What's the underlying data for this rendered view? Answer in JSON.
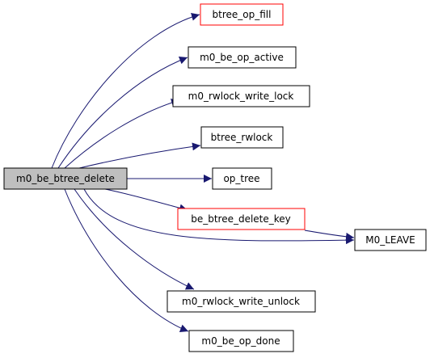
{
  "graph": {
    "root": {
      "id": "root",
      "label": "m0_be_btree_delete",
      "fill": "#bfbfbf",
      "stroke": "#000000"
    },
    "callees": [
      {
        "id": "btree_op_fill",
        "label": "btree_op_fill",
        "stroke": "#ff0000"
      },
      {
        "id": "m0_be_op_active",
        "label": "m0_be_op_active",
        "stroke": "#000000"
      },
      {
        "id": "m0_rwlock_write_lock",
        "label": "m0_rwlock_write_lock",
        "stroke": "#000000"
      },
      {
        "id": "btree_rwlock",
        "label": "btree_rwlock",
        "stroke": "#000000"
      },
      {
        "id": "op_tree",
        "label": "op_tree",
        "stroke": "#000000"
      },
      {
        "id": "be_btree_delete_key",
        "label": "be_btree_delete_key",
        "stroke": "#ff0000"
      },
      {
        "id": "M0_LEAVE",
        "label": "M0_LEAVE",
        "stroke": "#000000"
      },
      {
        "id": "m0_rwlock_write_unlock",
        "label": "m0_rwlock_write_unlock",
        "stroke": "#000000"
      },
      {
        "id": "m0_be_op_done",
        "label": "m0_be_op_done",
        "stroke": "#000000"
      }
    ],
    "edges": [
      {
        "from": "root",
        "to": "btree_op_fill"
      },
      {
        "from": "root",
        "to": "m0_be_op_active"
      },
      {
        "from": "root",
        "to": "m0_rwlock_write_lock"
      },
      {
        "from": "root",
        "to": "btree_rwlock"
      },
      {
        "from": "root",
        "to": "op_tree"
      },
      {
        "from": "root",
        "to": "be_btree_delete_key"
      },
      {
        "from": "root",
        "to": "M0_LEAVE"
      },
      {
        "from": "root",
        "to": "m0_rwlock_write_unlock"
      },
      {
        "from": "root",
        "to": "m0_be_op_done"
      },
      {
        "from": "be_btree_delete_key",
        "to": "M0_LEAVE"
      }
    ],
    "edge_color": "#191970"
  }
}
